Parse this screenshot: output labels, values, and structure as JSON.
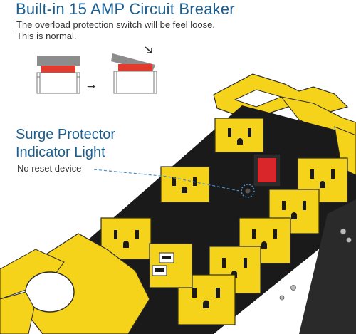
{
  "breaker": {
    "title": "Built-in 15 AMP Circuit Breaker",
    "description_line1": "The overload protection switch will be feel loose.",
    "description_line2": "This is normal."
  },
  "indicator": {
    "title_line1": "Surge Protector",
    "title_line2": "Indicator Light",
    "note": "No reset device"
  },
  "colors": {
    "accent_text": "#1c5f8f",
    "product_yellow": "#f5d31b",
    "product_body": "#1a1a1a",
    "switch_red": "#d8262b"
  },
  "illustration": {
    "arrow_glyph": "→"
  }
}
